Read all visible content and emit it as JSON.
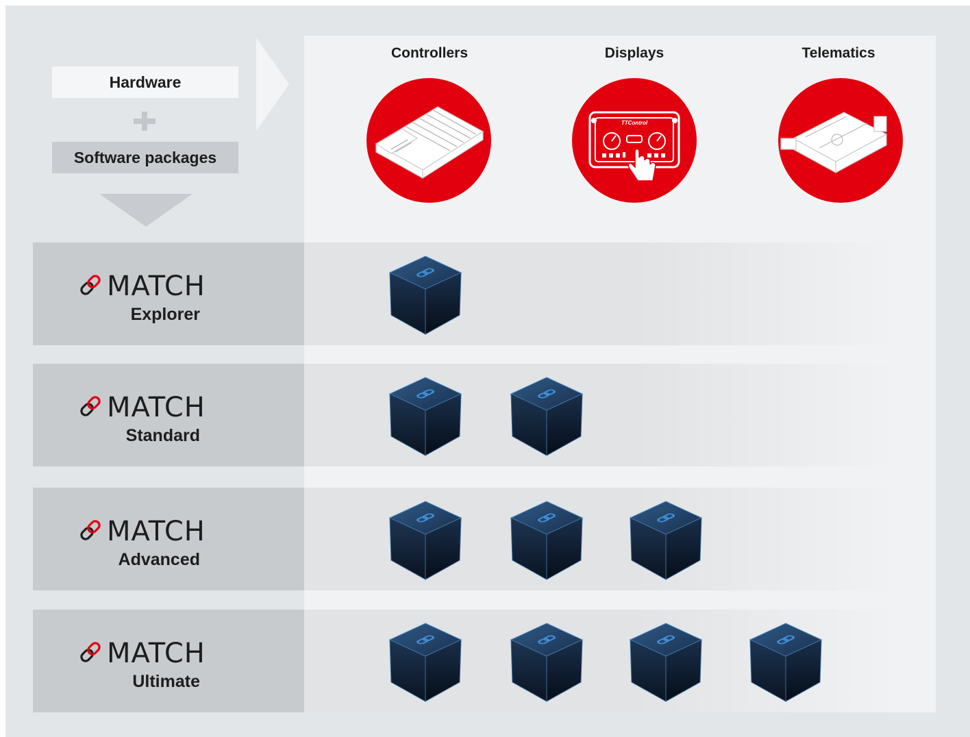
{
  "left": {
    "hardware": "Hardware",
    "software": "Software packages"
  },
  "categories": [
    {
      "label": "Controllers",
      "icon": "controller-icon"
    },
    {
      "label": "Displays",
      "icon": "display-icon",
      "display_text": "TTControl"
    },
    {
      "label": "Telematics",
      "icon": "telematics-icon"
    }
  ],
  "packages": [
    {
      "brand": "MATCH",
      "tier": "Explorer",
      "cubes": 1
    },
    {
      "brand": "MATCH",
      "tier": "Standard",
      "cubes": 2
    },
    {
      "brand": "MATCH",
      "tier": "Advanced",
      "cubes": 3
    },
    {
      "brand": "MATCH",
      "tier": "Ultimate",
      "cubes": 4
    }
  ],
  "colors": {
    "accent_red": "#e2000f",
    "cube_dark": "#0e1a2c",
    "cube_blue": "#2f80c8"
  }
}
